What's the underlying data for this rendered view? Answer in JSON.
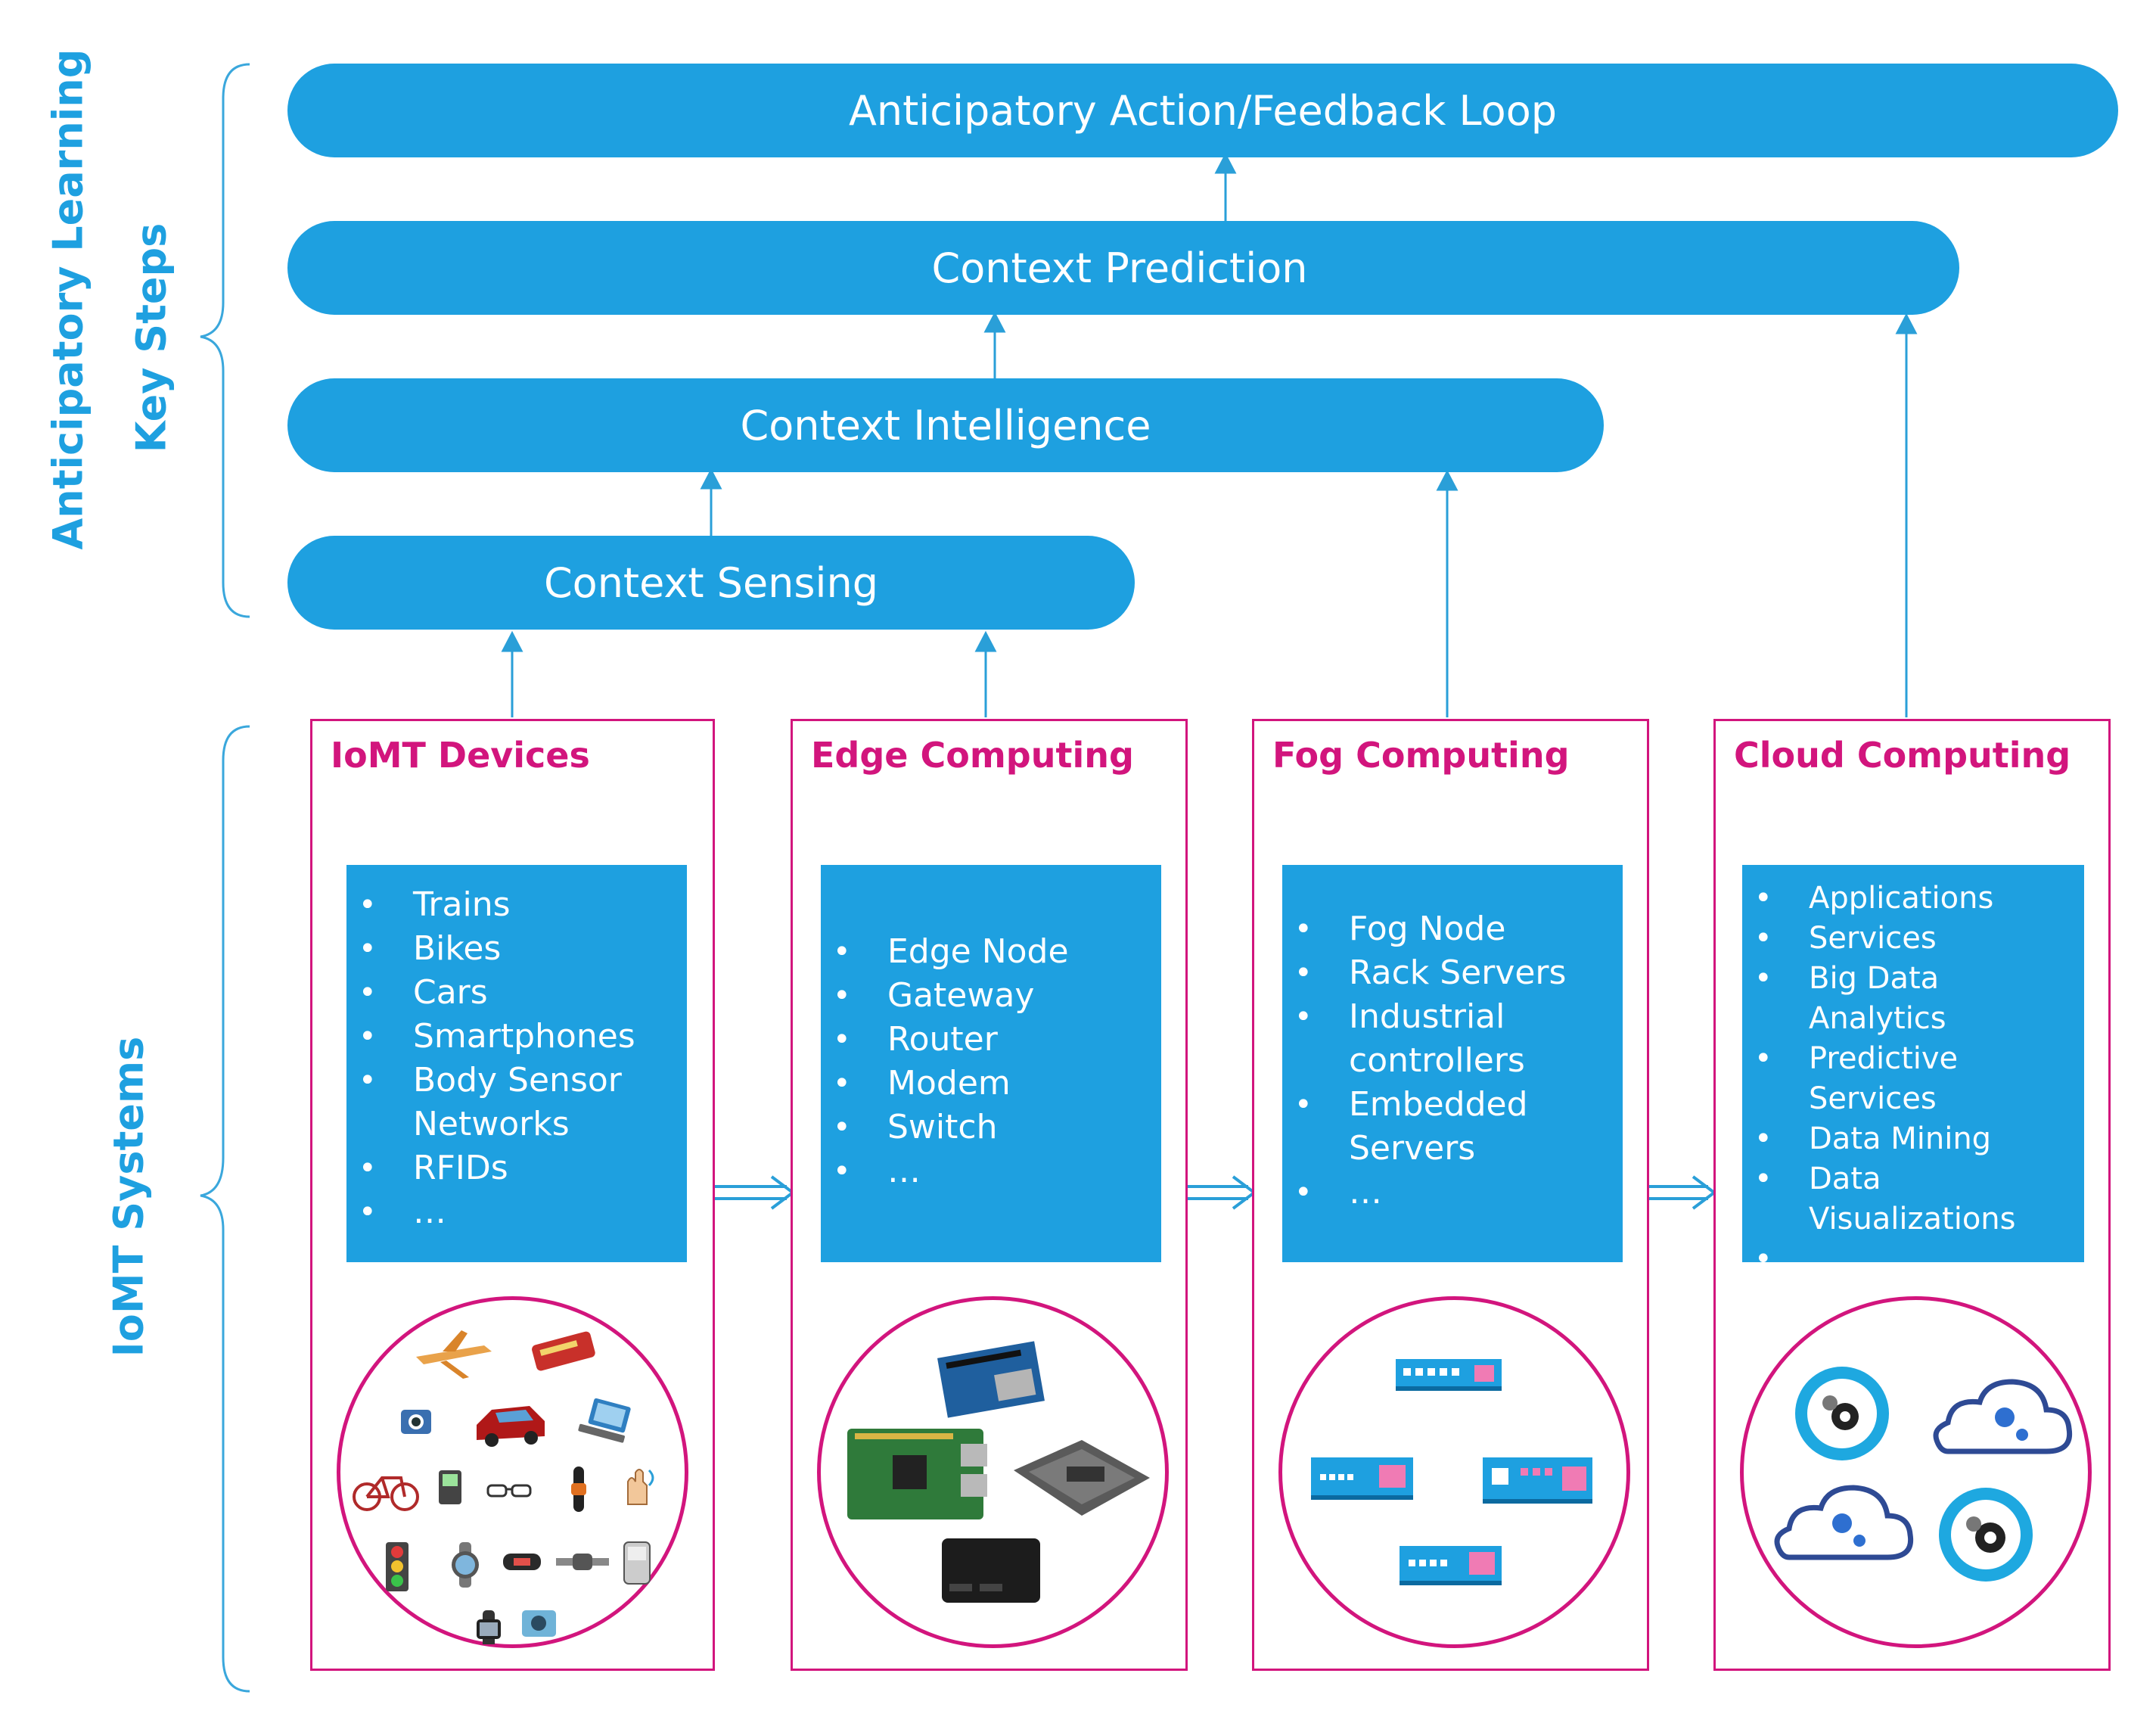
{
  "side_labels": {
    "learning_line1": "Anticipatory Learning",
    "learning_line2": "Key Steps",
    "systems": "IoMT Systems"
  },
  "steps": [
    {
      "label": "Anticipatory Action/Feedback Loop"
    },
    {
      "label": "Context Prediction"
    },
    {
      "label": "Context Intelligence"
    },
    {
      "label": "Context Sensing"
    }
  ],
  "systems": [
    {
      "title": "IoMT Devices",
      "items": [
        "Trains",
        "Bikes",
        "Cars",
        "Smartphones",
        "Body Sensor Networks",
        "RFIDs",
        "…"
      ]
    },
    {
      "title": "Edge Computing",
      "items": [
        "Edge Node",
        "Gateway",
        "Router",
        "Modem",
        "Switch",
        "…"
      ]
    },
    {
      "title": "Fog Computing",
      "items": [
        "Fog Node",
        "Rack Servers",
        "Industrial controllers",
        "Embedded Servers",
        "…"
      ]
    },
    {
      "title": "Cloud Computing",
      "items": [
        "Applications",
        "Services",
        "Big Data Analytics",
        "Predictive Services",
        "Data Mining",
        "Data Visualizations",
        "…"
      ]
    }
  ],
  "colors": {
    "accent_blue": "#1ea0e0",
    "system_magenta": "#d2157d",
    "arrow_blue": "#2a9fd8",
    "brace_blue": "#3aa7dc"
  },
  "icons": {
    "devices": [
      "airplane-icon",
      "train-icon",
      "camera-icon",
      "car-icon",
      "laptop-icon",
      "bicycle-icon",
      "handheld-device-icon",
      "glasses-icon",
      "wristband-icon",
      "hand-sensor-icon",
      "traffic-light-icon",
      "smartwatch-icon",
      "fitness-band-icon",
      "sensor-strap-icon",
      "glucose-meter-icon",
      "digital-watch-icon",
      "action-camera-icon"
    ],
    "edge": [
      "arduino-board-icon",
      "raspberry-pi-icon",
      "gateway-module-icon",
      "mini-pc-icon"
    ],
    "fog": [
      "network-switch-icon",
      "rack-server-icon",
      "rack-server-icon",
      "network-switch-icon"
    ],
    "cloud": [
      "gear-circle-icon",
      "gear-cloud-icon",
      "gear-cloud-icon",
      "gear-circle-icon"
    ]
  }
}
